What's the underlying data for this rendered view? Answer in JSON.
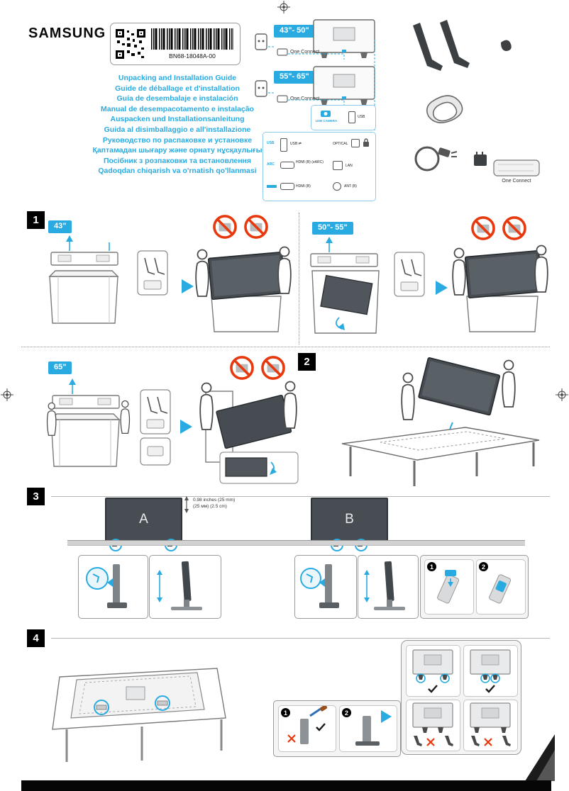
{
  "brand": "SAMSUNG",
  "label": {
    "part_number": "BN68-18048A-00"
  },
  "titles": [
    "Unpacking and Installation Guide",
    "Guide de déballage et d'installation",
    "Guía de desembalaje e instalación",
    "Manual de desempacotamento e instalação",
    "Auspacken und Installationsanleitung",
    "Guida al disimballaggio e all'installazione",
    "Руководство по распаковке и установке",
    "Қаптамадан шығару және орнату нұсқаулығы",
    "Посібник з розпаковки та встановлення",
    "Qadoqdan chiqarish va o'rnatish qo'llanmasi"
  ],
  "header": {
    "size_range_1": "43\"- 50\"",
    "size_range_2": "55\"- 65\"",
    "one_connect": "One Connect",
    "ports": {
      "usb_camera": "USB CAMERA",
      "usb": "USB",
      "usb_data": "USB ⇄",
      "optical": "OPTICAL",
      "arc": "ARC",
      "hdmi_earc": "HDMI (B) (eARC)",
      "hdmi_b": "HDMI (B)",
      "lan": "LAN",
      "ant": "ANT (B)"
    }
  },
  "sections": {
    "s1": {
      "num": "1",
      "size_43": "43\"",
      "size_50_55": "50\"- 55\"",
      "size_65": "65\""
    },
    "s2": {
      "num": "2"
    },
    "s3": {
      "num": "3",
      "tv_a": "A",
      "tv_b": "B",
      "measurement_line1": "0.98 inches (25 mm)",
      "measurement_line2": "(25 мм) (2.5 cm)",
      "step_1": "1",
      "step_2": "2"
    },
    "s4": {
      "num": "4",
      "step_1": "1",
      "step_2": "2"
    }
  },
  "colors": {
    "accent": "#29abe2",
    "prohibition": "#e8380d"
  }
}
